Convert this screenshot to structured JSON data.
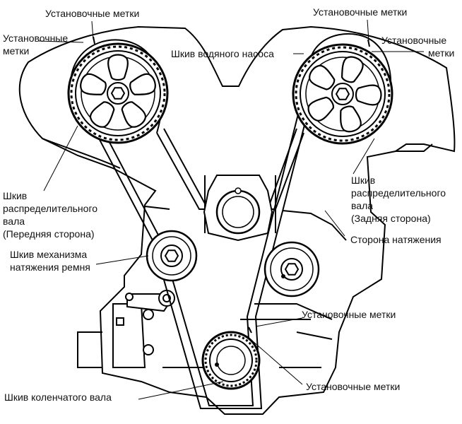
{
  "diagram": {
    "labels": {
      "timing_marks_top_left": "Установочные метки",
      "timing_marks_left_line1": "Установочные",
      "timing_marks_left_line2": "метки",
      "water_pump_pulley": "Шкив водяного насоса",
      "timing_marks_top_right": "Установочные метки",
      "timing_marks_right_line1": "Установочные",
      "timing_marks_right_line2": "метки",
      "camshaft_front_line1": "Шкив",
      "camshaft_front_line2": "распределительного",
      "camshaft_front_line3": "вала",
      "camshaft_front_line4": "(Передняя сторона)",
      "camshaft_rear_line1": "Шкив",
      "camshaft_rear_line2": "распределительного",
      "camshaft_rear_line3": "вала",
      "camshaft_rear_line4": "(Задняя сторона)",
      "tension_side": "Сторона натяжения",
      "tensioner_line1": "Шкив механизма",
      "tensioner_line2": "натяжения ремня",
      "timing_marks_lower_right": "Установочные метки",
      "crankshaft_pulley": "Шкив коленчатого вала",
      "timing_marks_bottom": "Установочные метки"
    }
  }
}
